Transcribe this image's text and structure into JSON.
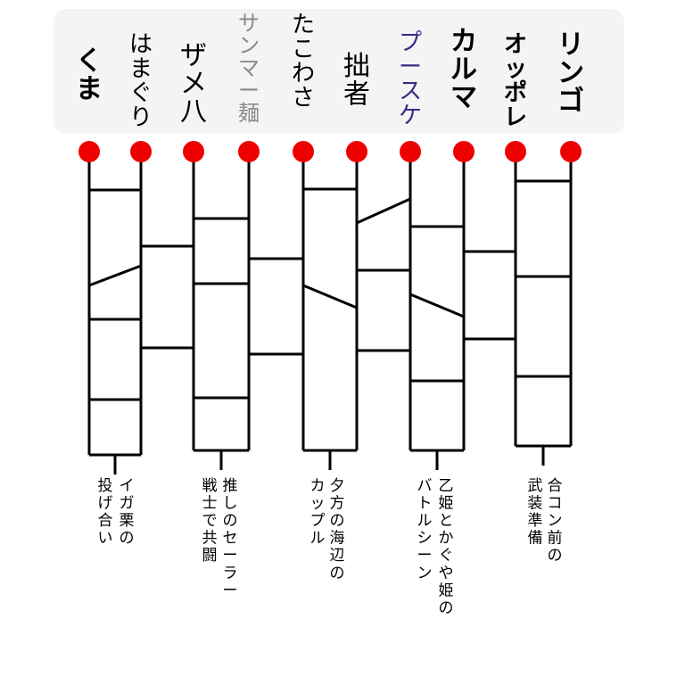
{
  "colors": {
    "line": "#000000",
    "dot": "#ee0000",
    "band": "#f4f4f4",
    "purple": "#3a2a86",
    "grey": "#8a8a8a"
  },
  "names": [
    {
      "text": "くま",
      "color": "#000000"
    },
    {
      "text": "はまぐり",
      "color": "#000000"
    },
    {
      "text": "ザメ八",
      "color": "#000000"
    },
    {
      "text": "サンマー麺",
      "color": "#8a8a8a"
    },
    {
      "text": "たこわさ",
      "color": "#000000"
    },
    {
      "text": "拙者",
      "color": "#000000"
    },
    {
      "text": "プースケ",
      "color": "#3a2a86"
    },
    {
      "text": "カルマ",
      "color": "#000000"
    },
    {
      "text": "オッポレ",
      "color": "#000000"
    },
    {
      "text": "リンゴ",
      "color": "#000000"
    }
  ],
  "outcomes": [
    {
      "lines": [
        "イガ栗の",
        "投げ合い"
      ]
    },
    {
      "lines": [
        "推しのセーラー",
        "戦士で共闘"
      ]
    },
    {
      "lines": [
        "夕方の海辺の",
        "カップル"
      ]
    },
    {
      "lines": [
        "乙姫とかぐや姫の",
        "バトルシーン"
      ]
    },
    {
      "lines": [
        "合コン前の",
        "武装準備"
      ]
    }
  ]
}
